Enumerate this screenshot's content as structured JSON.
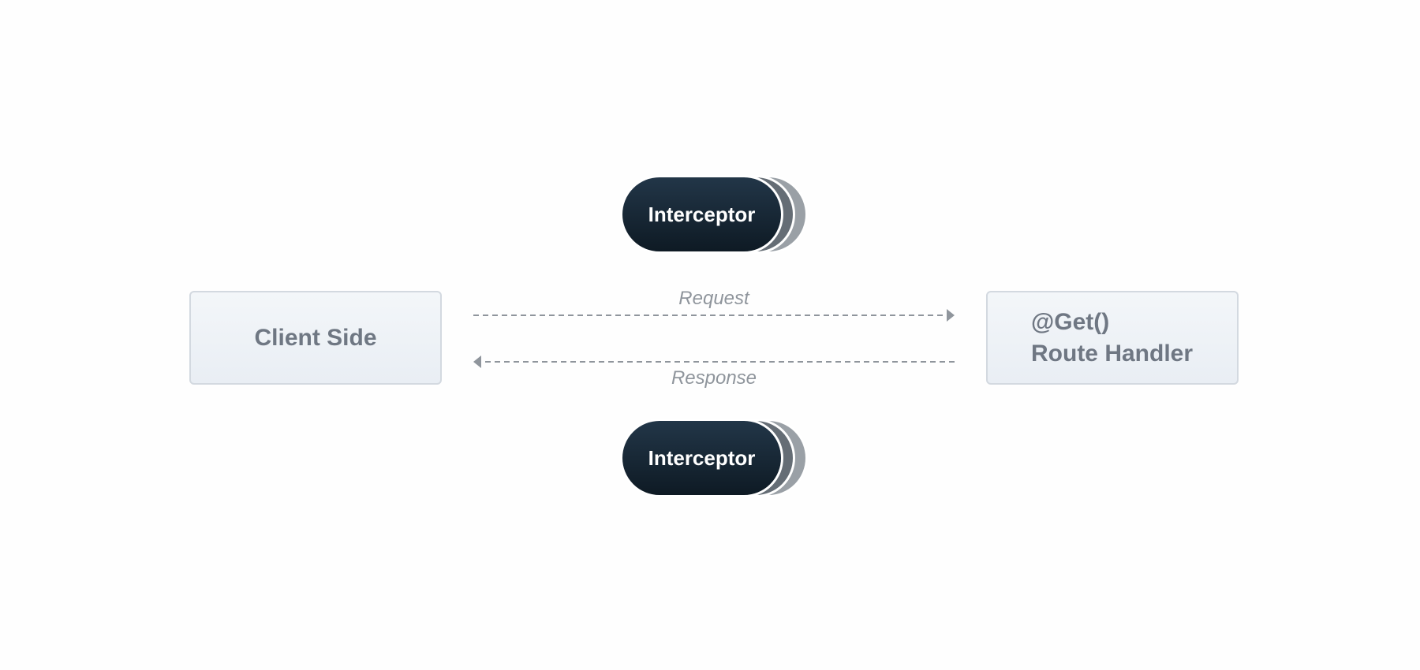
{
  "client_box": {
    "label": "Client Side"
  },
  "handler_box": {
    "line1": "@Get()",
    "line2": "Route Handler"
  },
  "request": {
    "label": "Request"
  },
  "response": {
    "label": "Response"
  },
  "interceptor_top": {
    "label": "Interceptor"
  },
  "interceptor_bottom": {
    "label": "Interceptor"
  },
  "colors": {
    "box_border": "#d3d9e0",
    "box_text": "#6f7783",
    "arrow": "#8f959c",
    "pill_dark": "#132330",
    "pill_shadow_mid": "#656d75",
    "pill_shadow_light": "#9aa0a6"
  }
}
